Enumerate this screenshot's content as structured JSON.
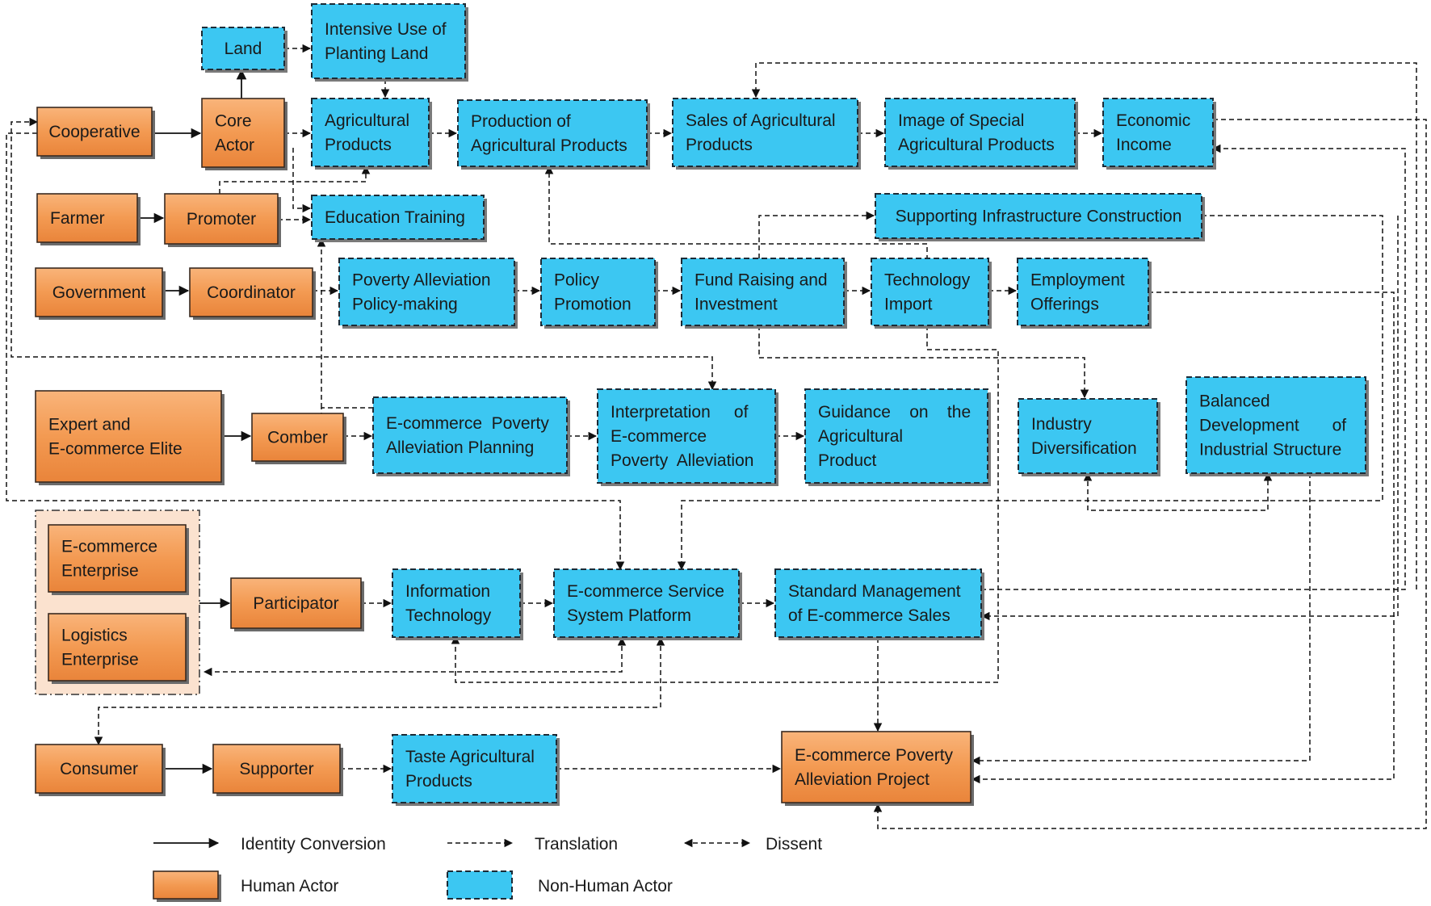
{
  "nodes": {
    "cooperative": "Cooperative",
    "core_actor": [
      "Core",
      "Actor"
    ],
    "land": "Land",
    "intensive_use": [
      "Intensive Use of",
      "Planting Land"
    ],
    "agricultural_products": [
      "Agricultural",
      "Products"
    ],
    "production": [
      "Production of",
      "Agricultural Products"
    ],
    "sales": [
      "Sales of Agricultural",
      "Products"
    ],
    "image_special": [
      "Image of Special",
      "Agricultural Products"
    ],
    "economic_income": [
      "Economic",
      "Income"
    ],
    "farmer": "Farmer",
    "promoter": "Promoter",
    "education_training": "Education Training",
    "supporting_infra": "Supporting Infrastructure Construction",
    "government": "Government",
    "coordinator": "Coordinator",
    "poverty_policy": [
      "Poverty Alleviation",
      "Policy-making"
    ],
    "policy_promotion": [
      "Policy",
      "Promotion"
    ],
    "fund_raising": [
      "Fund Raising and",
      "Investment"
    ],
    "technology_import": [
      "Technology",
      "Import"
    ],
    "employment": [
      "Employment",
      "Offerings"
    ],
    "expert": [
      "Expert and",
      "E-commerce Elite"
    ],
    "comber": "Comber",
    "ec_planning": [
      "E-commerce  Poverty",
      "Alleviation Planning"
    ],
    "interpretation": [
      "Interpretation     of",
      "E-commerce",
      "Poverty  Alleviation"
    ],
    "guidance": [
      "Guidance    on    the",
      "Agricultural",
      "Product"
    ],
    "industry_div": [
      "Industry",
      "Diversification"
    ],
    "balanced": [
      "Balanced",
      "Development       of",
      "Industrial Structure"
    ],
    "ec_enterprise": [
      "E-commerce",
      "Enterprise"
    ],
    "logistics": [
      "Logistics",
      "Enterprise"
    ],
    "participator": "Participator",
    "info_tech": [
      "Information",
      "Technology"
    ],
    "ec_platform": [
      "E-commerce Service",
      "System Platform"
    ],
    "standard_mgmt": [
      "Standard Management",
      "of E-commerce Sales"
    ],
    "consumer": "Consumer",
    "supporter": "Supporter",
    "taste": [
      "Taste Agricultural",
      "Products"
    ],
    "ec_project": [
      "E-commerce Poverty",
      "Alleviation Project"
    ]
  },
  "legend": {
    "identity_conversion": "Identity Conversion",
    "translation": "Translation",
    "dissent": "Dissent",
    "human_actor": "Human Actor",
    "non_human_actor": "Non-Human Actor"
  },
  "colors": {
    "human_actor_fill": "#f39a52",
    "non_human_actor_fill": "#3cc7f2"
  }
}
